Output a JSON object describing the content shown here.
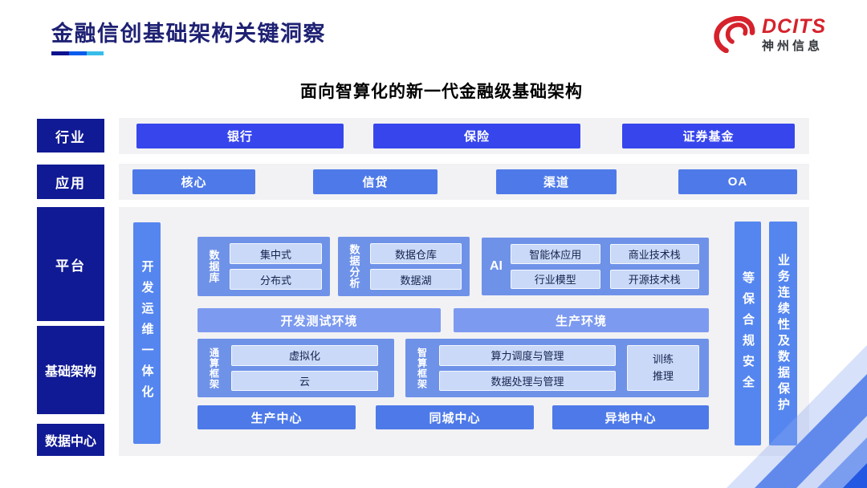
{
  "header": {
    "title": "金融信创基础架构关键洞察",
    "logo": {
      "brand": "DCITS",
      "company": "神州信息"
    }
  },
  "subtitle": "面向智算化的新一代金融级基础架构",
  "row_labels": [
    "行业",
    "应用",
    "平台",
    "基础架构",
    "数据中心"
  ],
  "industry_row": [
    "银行",
    "保险",
    "证券基金"
  ],
  "application_row": [
    "核心",
    "信贷",
    "渠道",
    "OA"
  ],
  "platform": {
    "devops_bar": "开发运维一体化",
    "database_group": {
      "label": "数据库",
      "items": [
        "集中式",
        "分布式"
      ]
    },
    "analytics_group": {
      "label": "数据分析",
      "items": [
        "数据仓库",
        "数据湖"
      ]
    },
    "ai_group": {
      "label": "AI",
      "items": [
        "智能体应用",
        "商业技术栈",
        "行业模型",
        "开源技术栈"
      ]
    },
    "dev_env": "开发测试环境",
    "prod_env": "生产环境",
    "general_compute_group": {
      "label": "通算框架",
      "items": [
        "虚拟化",
        "云"
      ]
    },
    "ai_compute_group": {
      "label": "智算框架",
      "items": [
        "算力调度与管理",
        "数据处理与管理"
      ],
      "side_item": "训练\n推理"
    },
    "centers": [
      "生产中心",
      "同城中心",
      "异地中心"
    ],
    "security_bar": "等保合规安全",
    "continuity_bar": "业务连续性及数据保护"
  },
  "colors": {
    "navy": "#101a94",
    "title-navy": "#1e2173",
    "vivid-blue": "#3746ec",
    "mid-blue": "#4e7ae9",
    "group-blue": "#6f92e9",
    "bar-blue": "#5586ef",
    "env-blue": "#7c9aef",
    "light-box": "#c9d9f7",
    "light-box-text": "#15234f",
    "panel-gray": "#f2f2f4",
    "logo-red": "#d5222c",
    "underline-1": "#0d128e",
    "underline-2": "#0b5ced",
    "underline-3": "#38bdea"
  }
}
